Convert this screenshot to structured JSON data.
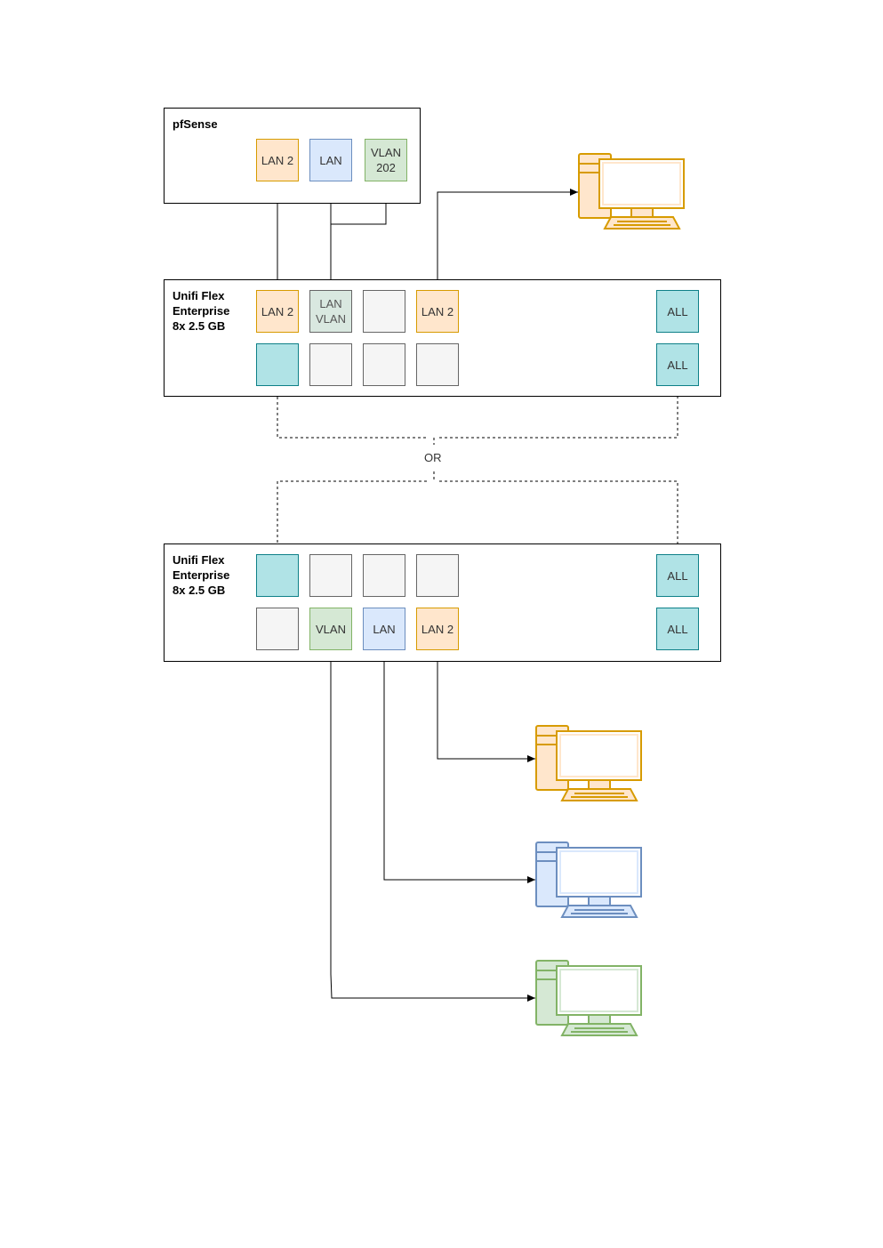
{
  "pfsense": {
    "title": "pfSense",
    "ports": {
      "lan2": "LAN 2",
      "lan": "LAN",
      "vlan202": "VLAN\n202"
    }
  },
  "switch1": {
    "title": "Unifi Flex\nEnterprise\n8x 2.5 GB",
    "ports": {
      "lan2_a": "LAN 2",
      "lanvlan": "LAN\nVLAN",
      "lan2_b": "LAN 2",
      "all_top": "ALL",
      "all_bottom": "ALL"
    }
  },
  "switch2": {
    "title": "Unifi Flex\nEnterprise\n8x 2.5 GB",
    "ports": {
      "vlan": "VLAN",
      "lan": "LAN",
      "lan2": "LAN 2",
      "all_top": "ALL",
      "all_bottom": "ALL"
    }
  },
  "or_label": "OR",
  "colors": {
    "orange_fill": "#ffe6cc",
    "orange_stroke": "#d79b00",
    "blue_fill": "#dae8fc",
    "blue_stroke": "#6c8ebf",
    "green_fill": "#d5e8d4",
    "green_stroke": "#82b366",
    "gray_fill": "#f5f5f5",
    "gray_stroke": "#666666",
    "teal_fill": "#b0e3e6",
    "teal_stroke": "#0e8088"
  },
  "icons": [
    "computer-icon-orange",
    "computer-icon-orange",
    "computer-icon-blue",
    "computer-icon-green"
  ]
}
